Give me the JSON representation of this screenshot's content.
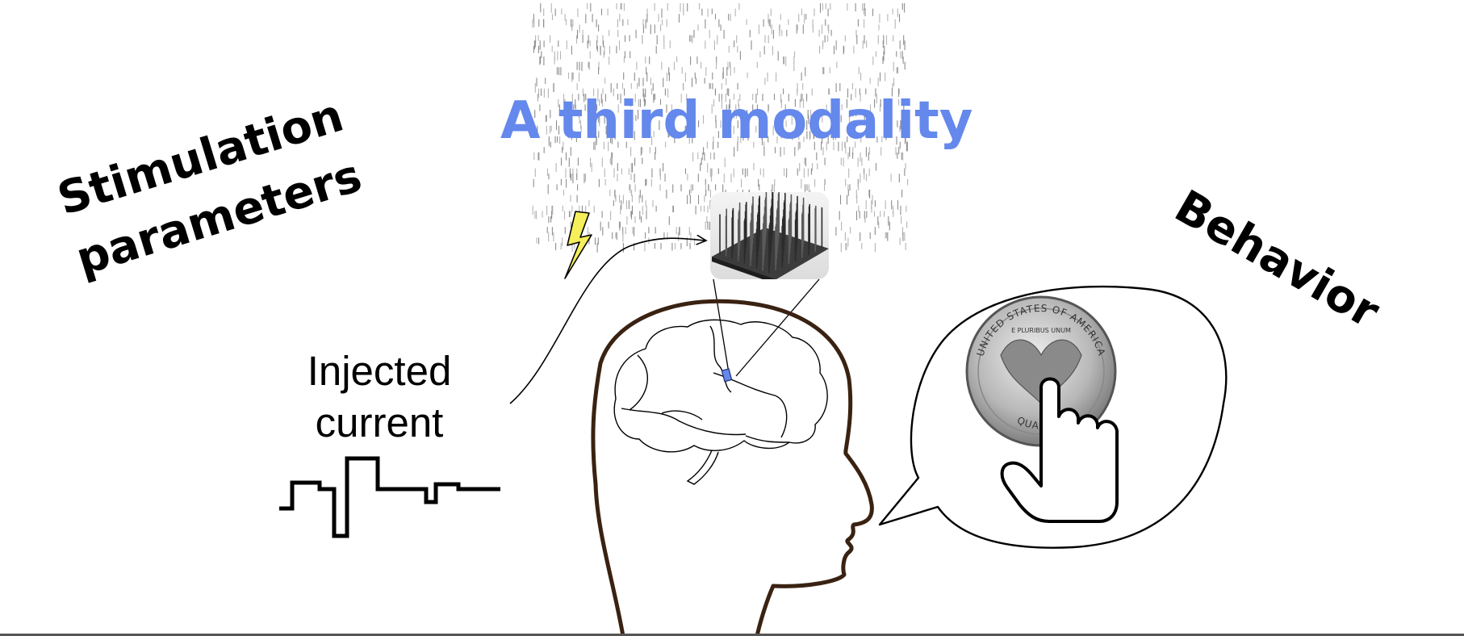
{
  "title": "A third modality",
  "left_label_lines": [
    "Stimulation",
    "parameters"
  ],
  "right_label": "Behavior",
  "current_label_lines": [
    "Injected",
    "current"
  ],
  "coin_text": {
    "top": "UNITED STATES OF AMERICA",
    "motto": "E PLURIBUS UNUM",
    "bottom": "QUARTER"
  },
  "colors": {
    "title": "#6488ec",
    "electrode_marker": "#6488ec",
    "head_outline": "#3a2212",
    "bolt_fill": "#f4ef5a"
  },
  "icons": [
    "lightning-bolt-icon",
    "electrode-array-icon",
    "brain-icon",
    "head-silhouette-icon",
    "speech-bubble-icon",
    "quarter-coin-icon",
    "pointing-hand-icon",
    "current-waveform-icon"
  ]
}
